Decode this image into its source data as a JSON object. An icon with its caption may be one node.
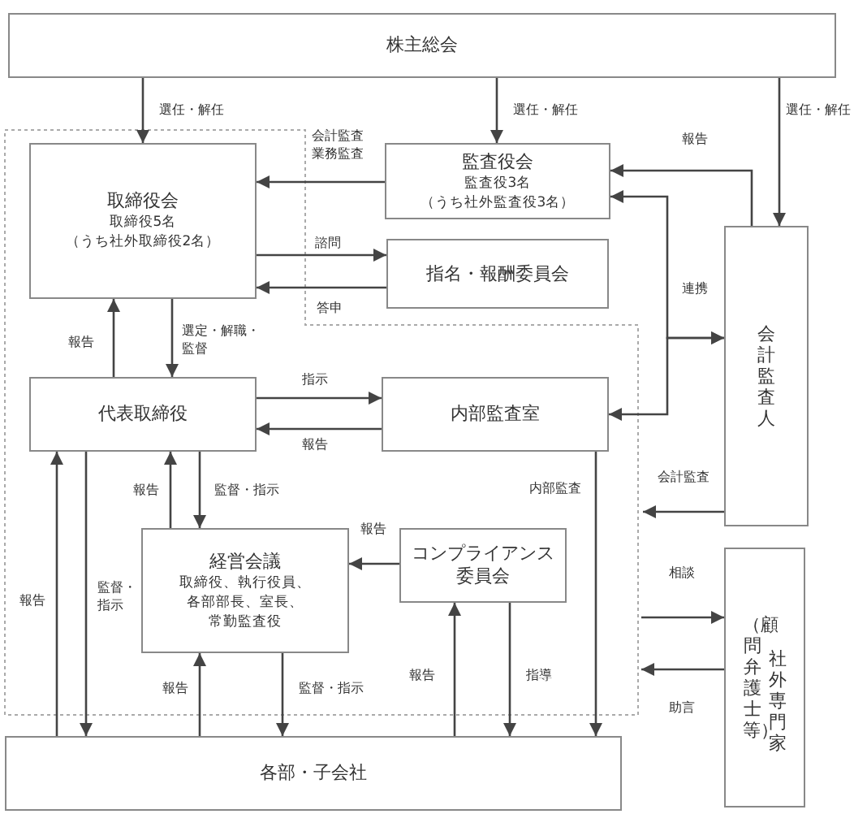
{
  "diagram": {
    "nodes": [
      {
        "text": [
          "株主総会"
        ]
      },
      {
        "text": [
          "取締役会",
          "取締役5名",
          "（うち社外取締役2名）"
        ]
      },
      {
        "text": [
          "監査役会",
          "監査役3名",
          "（うち社外監査役3名）"
        ]
      },
      {
        "text": [
          "指名・報酬委員会"
        ]
      },
      {
        "text": [
          "会計監査人"
        ]
      },
      {
        "text": [
          "代表取締役"
        ]
      },
      {
        "text": [
          "内部監査室"
        ]
      },
      {
        "text": [
          "経営会議",
          "取締役、執行役員、各部部長、室長、常勤監査役"
        ]
      },
      {
        "text": [
          "コンプライアンス委員会"
        ]
      },
      {
        "text": [
          "社外専門家",
          "（顧問弁護士等）"
        ]
      },
      {
        "text": [
          "各部・子会社"
        ]
      }
    ],
    "edges": [
      {
        "from": 0,
        "to": 1,
        "arrow": "to",
        "label": "選任・解任"
      },
      {
        "from": 0,
        "to": 2,
        "arrow": "to",
        "label": "選任・解任"
      },
      {
        "from": 0,
        "to": 4,
        "arrow": "to",
        "label": "選任・解任"
      },
      {
        "from": 2,
        "to": 1,
        "arrow": "to",
        "label": "会計監査業務監査"
      },
      {
        "from": 1,
        "to": 3,
        "arrow": "to",
        "label": "諮問"
      },
      {
        "from": 3,
        "to": 1,
        "arrow": "to",
        "label": "答申"
      },
      {
        "from": 4,
        "to": 2,
        "arrow": "to",
        "label": "報告"
      },
      {
        "from": 4,
        "to": 2,
        "arrow": "both",
        "label": "連携"
      },
      {
        "from": 4,
        "to": 6,
        "arrow": "both"
      },
      {
        "from": 1,
        "to": 5,
        "arrow": "to",
        "label": "選定・解職・監督"
      },
      {
        "from": 5,
        "to": 1,
        "arrow": "to",
        "label": "報告"
      },
      {
        "from": 5,
        "to": 6,
        "arrow": "to",
        "label": "指示"
      },
      {
        "from": 6,
        "to": 5,
        "arrow": "to",
        "label": "報告"
      },
      {
        "from": 4,
        "to": null,
        "arrow": "to",
        "label": "会計監査"
      },
      {
        "from": 5,
        "to": 7,
        "arrow": "to",
        "label": "監督・指示"
      },
      {
        "from": 7,
        "to": 5,
        "arrow": "to",
        "label": "報告"
      },
      {
        "from": 8,
        "to": 7,
        "arrow": "to",
        "label": "報告"
      },
      {
        "from": 10,
        "to": 5,
        "arrow": "to",
        "label": "報告"
      },
      {
        "from": 5,
        "to": 10,
        "arrow": "to",
        "label": "監督・指示"
      },
      {
        "from": 10,
        "to": 7,
        "arrow": "to",
        "label": "報告"
      },
      {
        "from": 7,
        "to": 10,
        "arrow": "to",
        "label": "監督・指示"
      },
      {
        "from": 10,
        "to": 8,
        "arrow": "to",
        "label": "報告"
      },
      {
        "from": 8,
        "to": 10,
        "arrow": "to",
        "label": "指導"
      },
      {
        "from": 6,
        "to": 10,
        "arrow": "to",
        "label": "内部監査"
      },
      {
        "from": null,
        "to": 9,
        "arrow": "to",
        "label": "相談"
      },
      {
        "from": 9,
        "to": null,
        "arrow": "to",
        "label": "助言"
      }
    ]
  }
}
